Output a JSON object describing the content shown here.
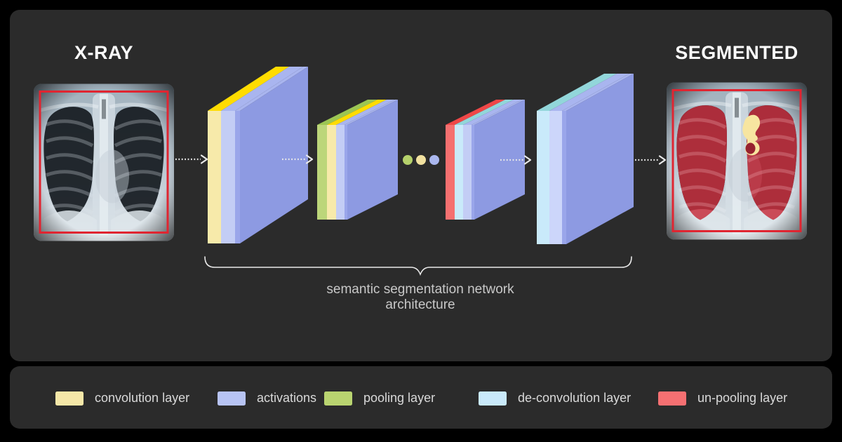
{
  "figures": {
    "xray": {
      "title": "X-RAY",
      "description": "chest x-ray photo with red bounding box"
    },
    "segmented": {
      "title": "SEGMENTED",
      "description": "chest x-ray with lungs segmented red and lesion segmented yellow"
    }
  },
  "caption": {
    "line1": "semantic segmentation network",
    "line2": "architecture"
  },
  "network": {
    "blocks": [
      {
        "name": "encoder-block-1",
        "layers": [
          "convolution",
          "activations",
          "activations_edge"
        ]
      },
      {
        "name": "encoder-block-2",
        "layers": [
          "pooling",
          "convolution",
          "activations",
          "activations_edge"
        ]
      },
      {
        "name": "decoder-block-1",
        "layers": [
          "unpooling",
          "deconvolution",
          "activations",
          "activations_edge"
        ]
      },
      {
        "name": "decoder-block-2",
        "layers": [
          "deconvolution",
          "activations_light",
          "activations_edge"
        ]
      }
    ],
    "ellipsis_dot_colors": [
      "#b5d16b",
      "#f2e2a0",
      "#aab7ee"
    ],
    "arrow_color": "#e9e9e9",
    "brace_color": "#e9e9e9",
    "face_color": "#8d9ae2"
  },
  "layer_colors": {
    "convolution": {
      "front": "#f7eaaa",
      "top": "#ffdc00"
    },
    "pooling": {
      "front": "#bcd67a",
      "top": "#9cc653"
    },
    "unpooling": {
      "front": "#f57070",
      "top": "#ef4747"
    },
    "deconvolution": {
      "front": "#c9eafa",
      "top": "#92d6da"
    },
    "activations": {
      "front": "#c3cdf5",
      "top": "#a9b5ef"
    },
    "activations_light": {
      "front": "#ccd6fa",
      "top": "#a9b5ef"
    },
    "activations_edge": {
      "front": "#9aa6ea",
      "top": "#a9b5ef"
    }
  },
  "legend": {
    "items": [
      {
        "label": "convolution layer",
        "color": "#f5e7a8"
      },
      {
        "label": "activations",
        "color": "#b7c3f3"
      },
      {
        "label": "pooling layer",
        "color": "#b9d470"
      },
      {
        "label": "de-convolution layer",
        "color": "#c9e9fa"
      },
      {
        "label": "un-pooling layer",
        "color": "#f57072"
      }
    ]
  },
  "photo": {
    "frame_color": "#e02531",
    "lung_overlay_color": "#cc2f3e",
    "lesion_color": "#f7e5a0",
    "lesion_hole_color": "#97222f"
  }
}
